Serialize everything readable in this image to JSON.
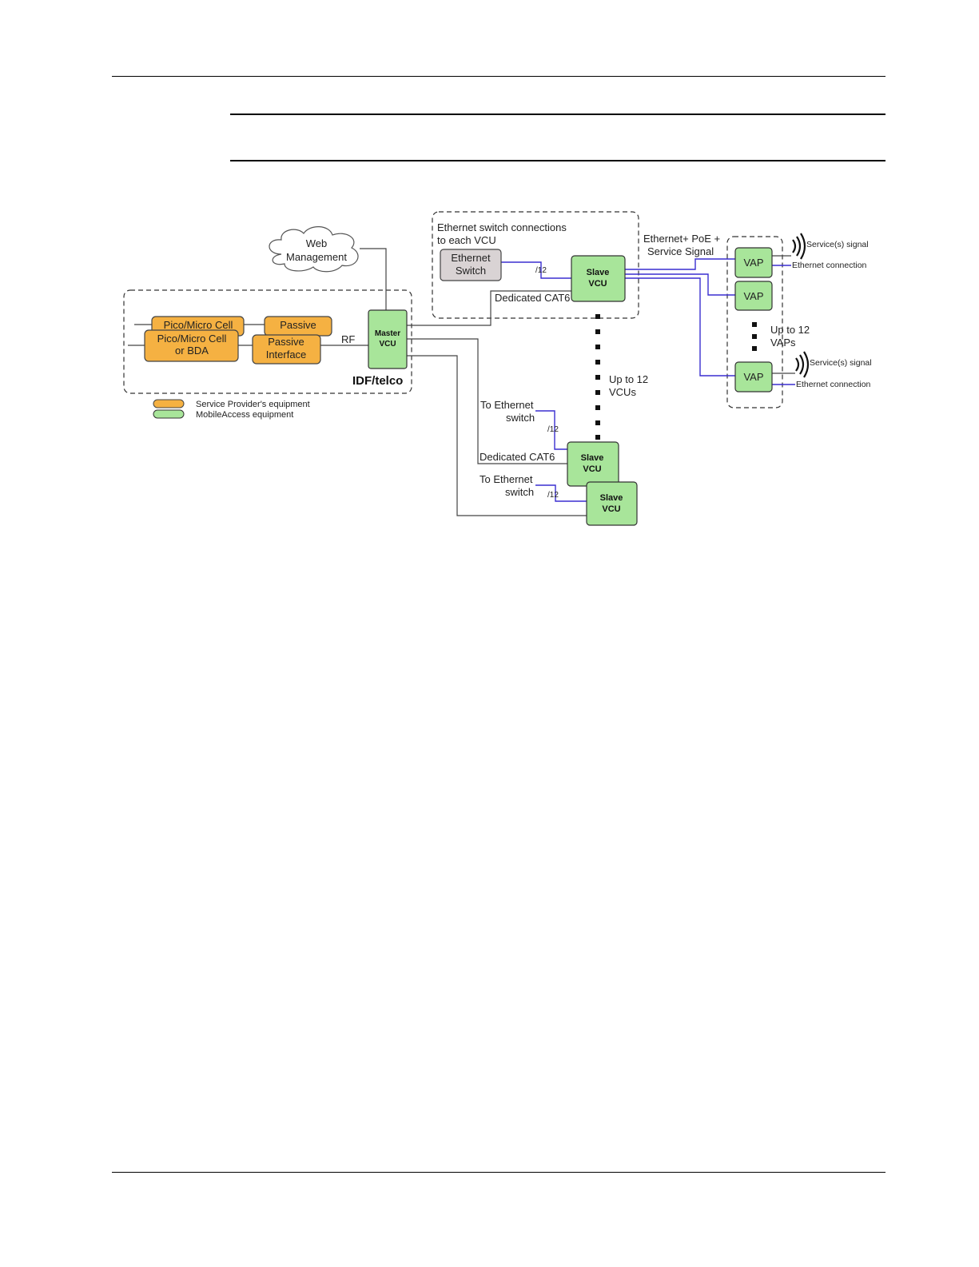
{
  "labels": {
    "web_line1": "Web",
    "web_line2": "Management",
    "pico1": "Pico/Micro Cell",
    "pico2_line1": "Pico/Micro Cell",
    "pico2_line2": "or BDA",
    "passive1": "Passive",
    "passive2_line1": "Passive",
    "passive2_line2": "Interface",
    "rf": "RF",
    "master_line1": "Master",
    "master_line2": "VCU",
    "idf": "IDF/telco",
    "eth_conn_line1": "Ethernet switch connections",
    "eth_conn_line2": "to each VCU",
    "eth_switch_line1": "Ethernet",
    "eth_switch_line2": "Switch",
    "slash12": "/12",
    "dedicated_cat6": "Dedicated CAT6",
    "slave_line1": "Slave",
    "slave_line2": "VCU",
    "poe_line1": "Ethernet+ PoE +",
    "poe_line2": "Service Signal",
    "vap": "VAP",
    "service_signal": "Service(s) signal",
    "ethernet_connection": "Ethernet connection",
    "up12_vaps_line1": "Up to 12",
    "up12_vaps_line2": "VAPs",
    "up12_vcus_line1": "Up to 12",
    "up12_vcus_line2": "VCUs",
    "to_eth_line1": "To Ethernet",
    "to_eth_line2": "switch"
  },
  "legend": {
    "service_provider": "Service Provider's equipment",
    "mobileaccess": "MobileAccess equipment"
  },
  "colors": {
    "orange": "#f5b142",
    "green": "#a8e59a",
    "gray_box": "#d9d3d4",
    "blue_line": "#3a2fd0"
  }
}
